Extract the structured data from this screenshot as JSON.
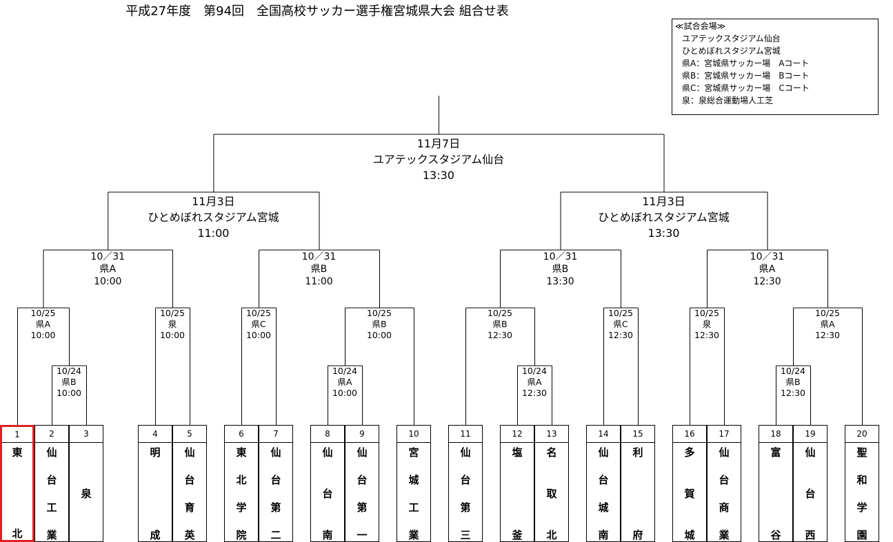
{
  "title": "平成27年度　第94回　全国高校サッカー選手権宮城県大会 組合せ表",
  "venues": {
    "heading": "≪試合会場≫",
    "lines": [
      "ユアテックスタジアム仙台",
      "ひとめぼれスタジアム宮城",
      "県A：宮城県サッカー場　Aコート",
      "県B：宮城県サッカー場　Bコート",
      "県C：宮城県サッカー場　Cコート",
      "泉：泉総合運動場人工芝"
    ]
  },
  "final": {
    "date": "11月7日",
    "venue": "ユアテックスタジアム仙台",
    "time": "13:30"
  },
  "semifinals": [
    {
      "date": "11月3日",
      "venue": "ひとめぼれスタジアム宮城",
      "time": "11:00"
    },
    {
      "date": "11月3日",
      "venue": "ひとめぼれスタジアム宮城",
      "time": "13:30"
    }
  ],
  "quarterfinals": [
    {
      "date": "10／31",
      "venue": "県A",
      "time": "10:00"
    },
    {
      "date": "10／31",
      "venue": "県B",
      "time": "11:00"
    },
    {
      "date": "10／31",
      "venue": "県B",
      "time": "13:30"
    },
    {
      "date": "10／31",
      "venue": "県A",
      "time": "12:30"
    }
  ],
  "round2": [
    {
      "date": "10/25",
      "venue": "県A",
      "time": "10:00"
    },
    {
      "date": "10/25",
      "venue": "泉",
      "time": "10:00"
    },
    {
      "date": "10/25",
      "venue": "県C",
      "time": "10:00"
    },
    {
      "date": "10/25",
      "venue": "県B",
      "time": "10:00"
    },
    {
      "date": "10/25",
      "venue": "県B",
      "time": "12:30"
    },
    {
      "date": "10/25",
      "venue": "県C",
      "time": "12:30"
    },
    {
      "date": "10/25",
      "venue": "泉",
      "time": "12:30"
    },
    {
      "date": "10/25",
      "venue": "県A",
      "time": "12:30"
    }
  ],
  "round1": [
    {
      "date": "10/24",
      "venue": "県B",
      "time": "10:00"
    },
    {
      "date": "10/24",
      "venue": "県A",
      "time": "10:00"
    },
    {
      "date": "10/24",
      "venue": "県A",
      "time": "12:30"
    },
    {
      "date": "10/24",
      "venue": "県B",
      "time": "12:30"
    }
  ],
  "teams": [
    {
      "num": "1",
      "name": [
        "東",
        "北"
      ],
      "highlight": true
    },
    {
      "num": "2",
      "name": [
        "仙",
        "台",
        "工",
        "業"
      ]
    },
    {
      "num": "3",
      "name": [
        "泉"
      ]
    },
    {
      "num": "4",
      "name": [
        "明",
        "成"
      ]
    },
    {
      "num": "5",
      "name": [
        "仙",
        "台",
        "育",
        "英"
      ]
    },
    {
      "num": "6",
      "name": [
        "東",
        "北",
        "学",
        "院"
      ]
    },
    {
      "num": "7",
      "name": [
        "仙",
        "台",
        "第",
        "二"
      ]
    },
    {
      "num": "8",
      "name": [
        "仙",
        "台",
        "南"
      ]
    },
    {
      "num": "9",
      "name": [
        "仙",
        "台",
        "第",
        "一"
      ]
    },
    {
      "num": "10",
      "name": [
        "宮",
        "城",
        "工",
        "業"
      ]
    },
    {
      "num": "11",
      "name": [
        "仙",
        "台",
        "第",
        "三"
      ]
    },
    {
      "num": "12",
      "name": [
        "塩",
        "釜"
      ]
    },
    {
      "num": "13",
      "name": [
        "名",
        "取",
        "北"
      ]
    },
    {
      "num": "14",
      "name": [
        "仙",
        "台",
        "城",
        "南"
      ]
    },
    {
      "num": "15",
      "name": [
        "利",
        "府"
      ]
    },
    {
      "num": "16",
      "name": [
        "多",
        "賀",
        "城"
      ]
    },
    {
      "num": "17",
      "name": [
        "仙",
        "台",
        "商",
        "業"
      ]
    },
    {
      "num": "18",
      "name": [
        "富",
        "谷"
      ]
    },
    {
      "num": "19",
      "name": [
        "仙",
        "台",
        "西"
      ]
    },
    {
      "num": "20",
      "name": [
        "聖",
        "和",
        "学",
        "園"
      ]
    }
  ]
}
